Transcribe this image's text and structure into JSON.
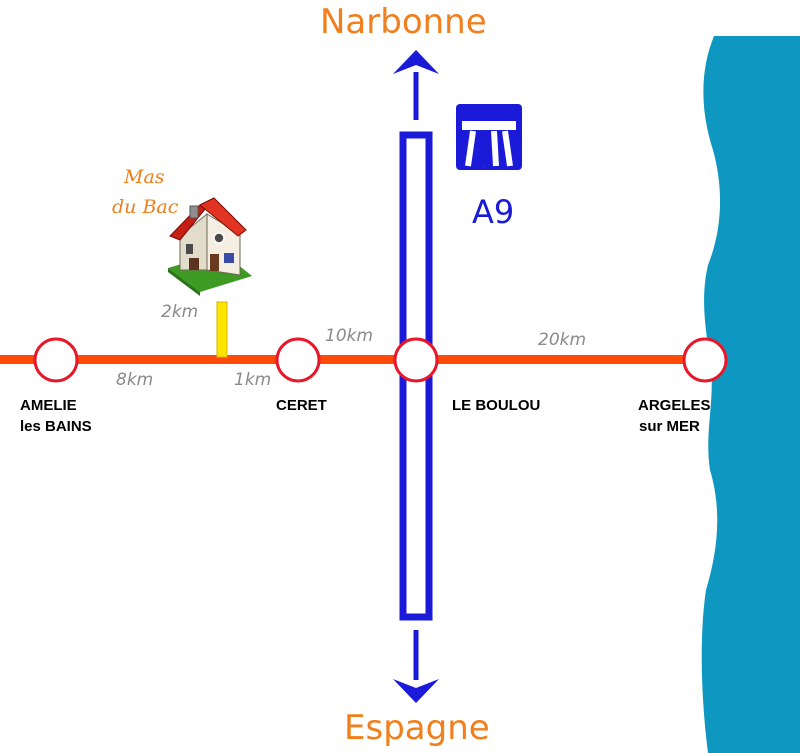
{
  "destinations": {
    "north": "Narbonne",
    "south": "Espagne"
  },
  "motorway": {
    "name": "A9",
    "sign_icon": "motorway-sign-icon"
  },
  "house": {
    "name_line1": "Mas",
    "name_line2": "du Bac",
    "icon": "house-icon"
  },
  "towns": [
    {
      "line1": "AMELIE",
      "line2": "les BAINS"
    },
    {
      "line1": "CERET",
      "line2": ""
    },
    {
      "line1": "LE BOULOU",
      "line2": ""
    },
    {
      "line1": "ARGELES",
      "line2": "sur MER"
    }
  ],
  "distances": {
    "amelie_to_turnoff": "8km",
    "turnoff_to_ceret": "1km",
    "house_spur": "2km",
    "ceret_to_boulou": "10km",
    "boulou_to_argeles": "20km"
  },
  "colors": {
    "road": "#ff4a0a",
    "motorway": "#1a1ad8",
    "sea": "#0d97c1",
    "spur": "#ffe400",
    "labels": "#f07f1c",
    "distance_text": "#8a8a8a"
  }
}
